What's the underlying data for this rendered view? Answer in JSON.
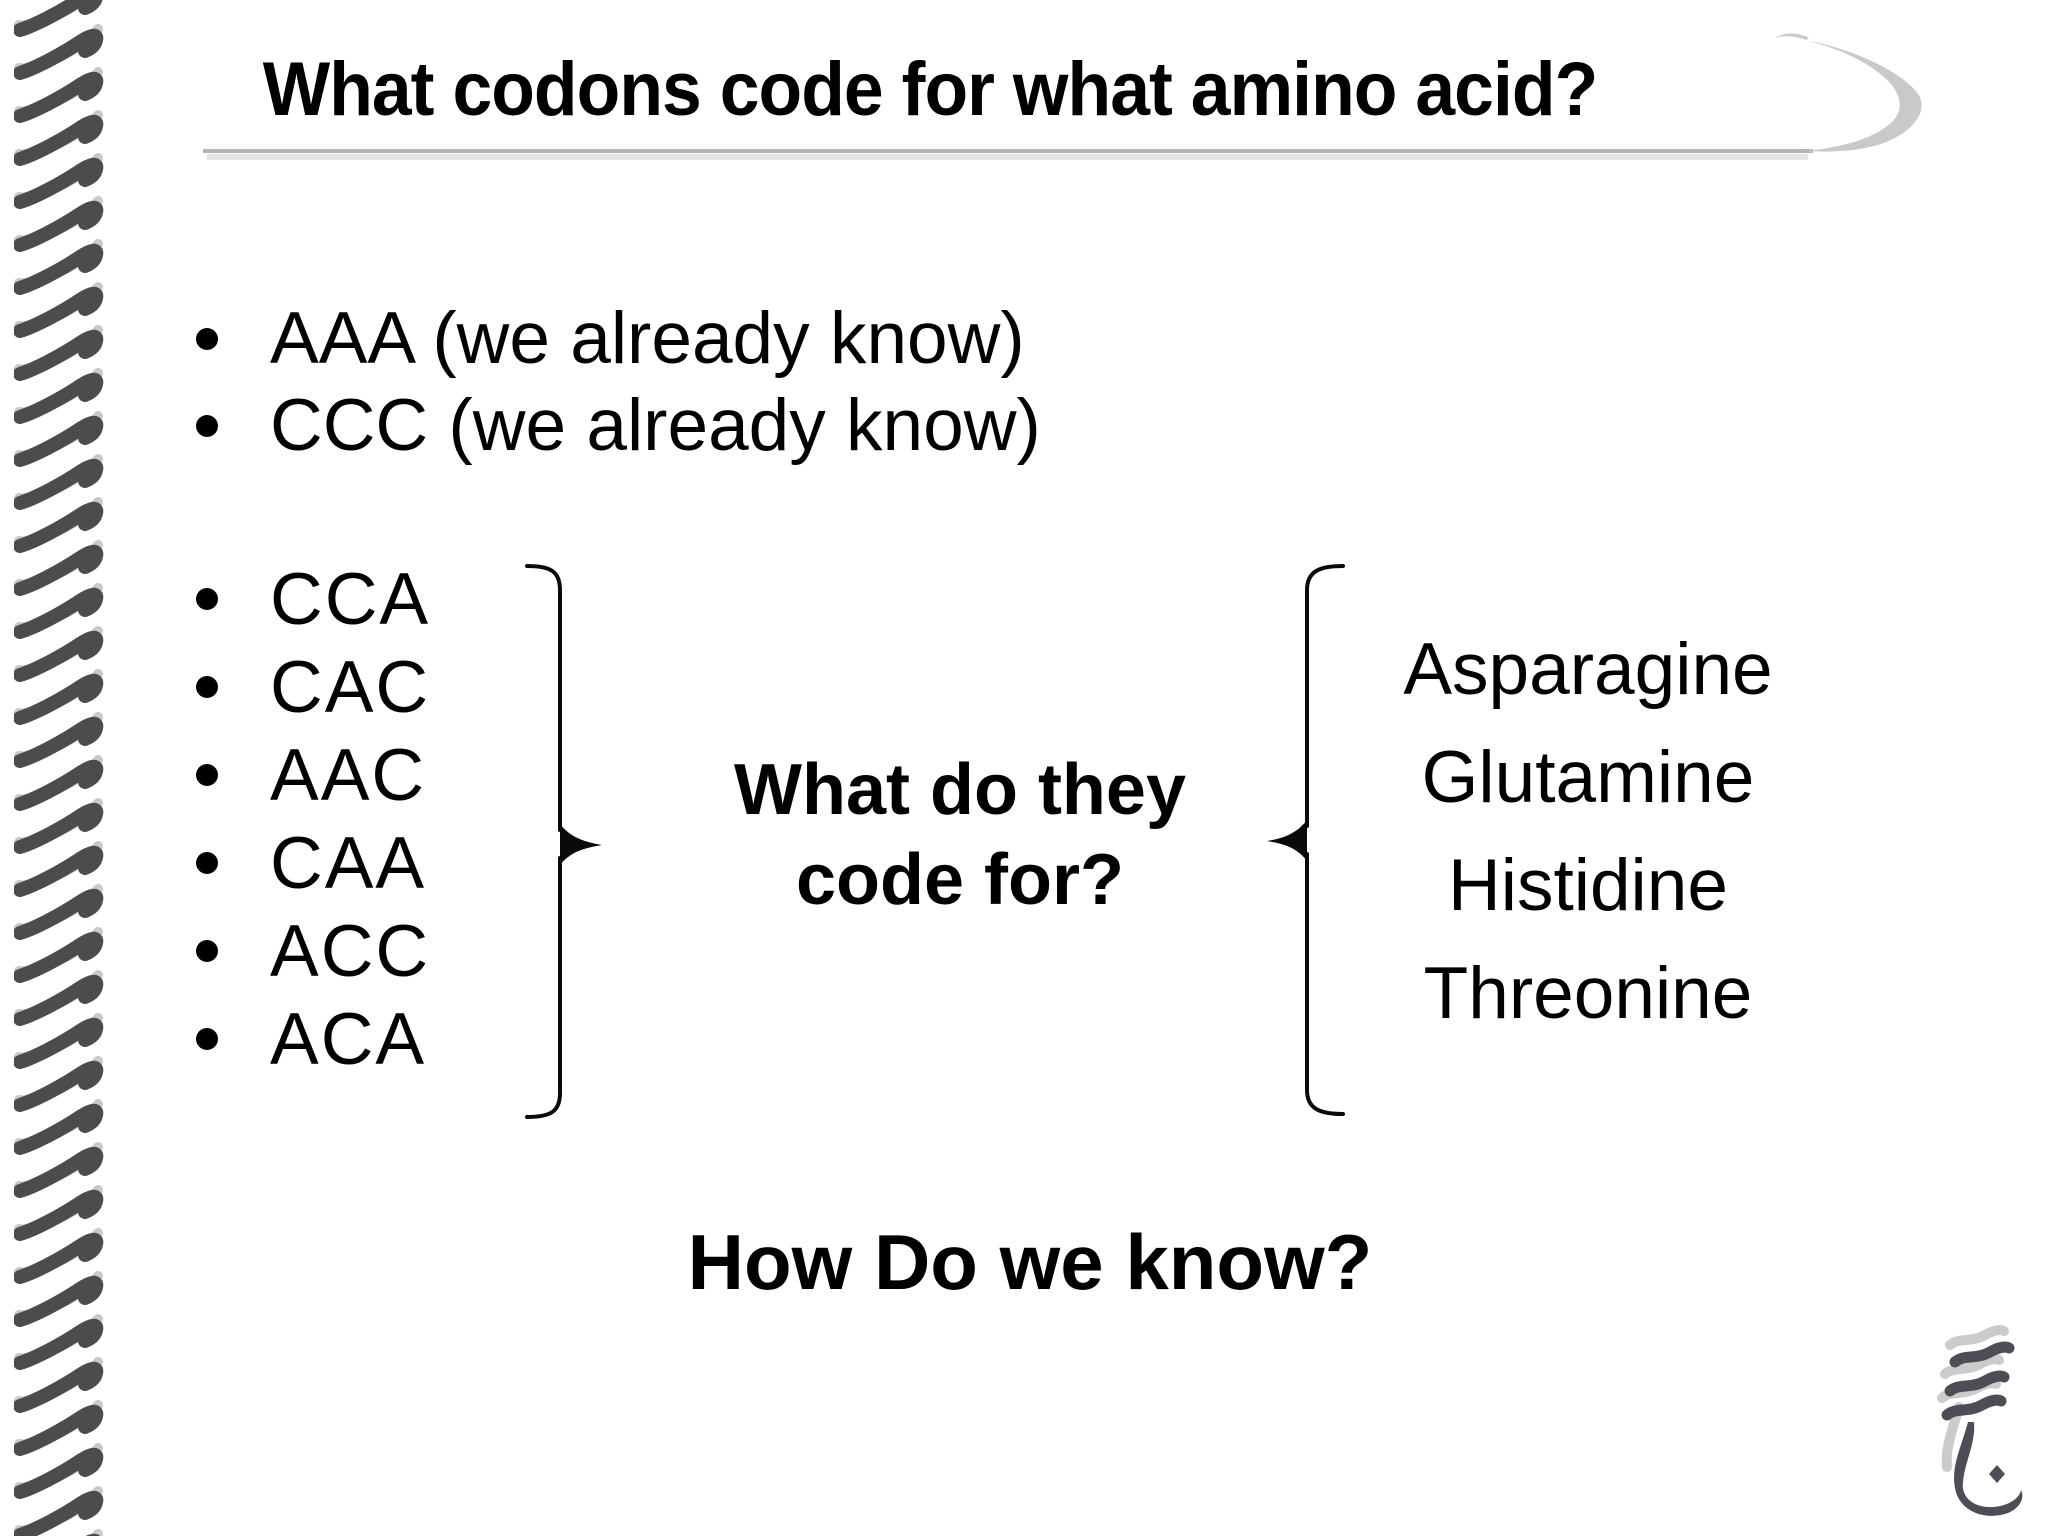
{
  "slide": {
    "title": "What codons code for what amino acid?",
    "known_bullets": [
      "AAA (we already know)",
      "CCC (we already know)"
    ],
    "codons": [
      "CCA",
      "CAC",
      "AAC",
      "CAA",
      "ACC",
      "ACA"
    ],
    "question_lines": [
      "What do they",
      "code for?"
    ],
    "amino_acids": [
      "Asparagine",
      "Glutamine",
      "Histidine",
      "Threonine"
    ],
    "bottom_question": "How Do we know?"
  },
  "decorations": {
    "left_edge": "spiral-coil-binding",
    "title_underline": "gray-rule-with-swoosh",
    "grouping": "curly-braces-pointing-inward",
    "corner_glyph": "gray-arabic-calligraphy-jeem"
  },
  "colors": {
    "background": "#ffffff",
    "text": "#000000",
    "spiral_dark": "#4c4c4c",
    "spiral_light": "#c9c9c9",
    "underline": "#b5b5b5",
    "underline_shadow": "#dedede",
    "swoosh": "#c9c9c9",
    "brace": "#0a0a0a",
    "glyph_dark": "#4e4d55",
    "glyph_light": "#cbcbcb"
  }
}
